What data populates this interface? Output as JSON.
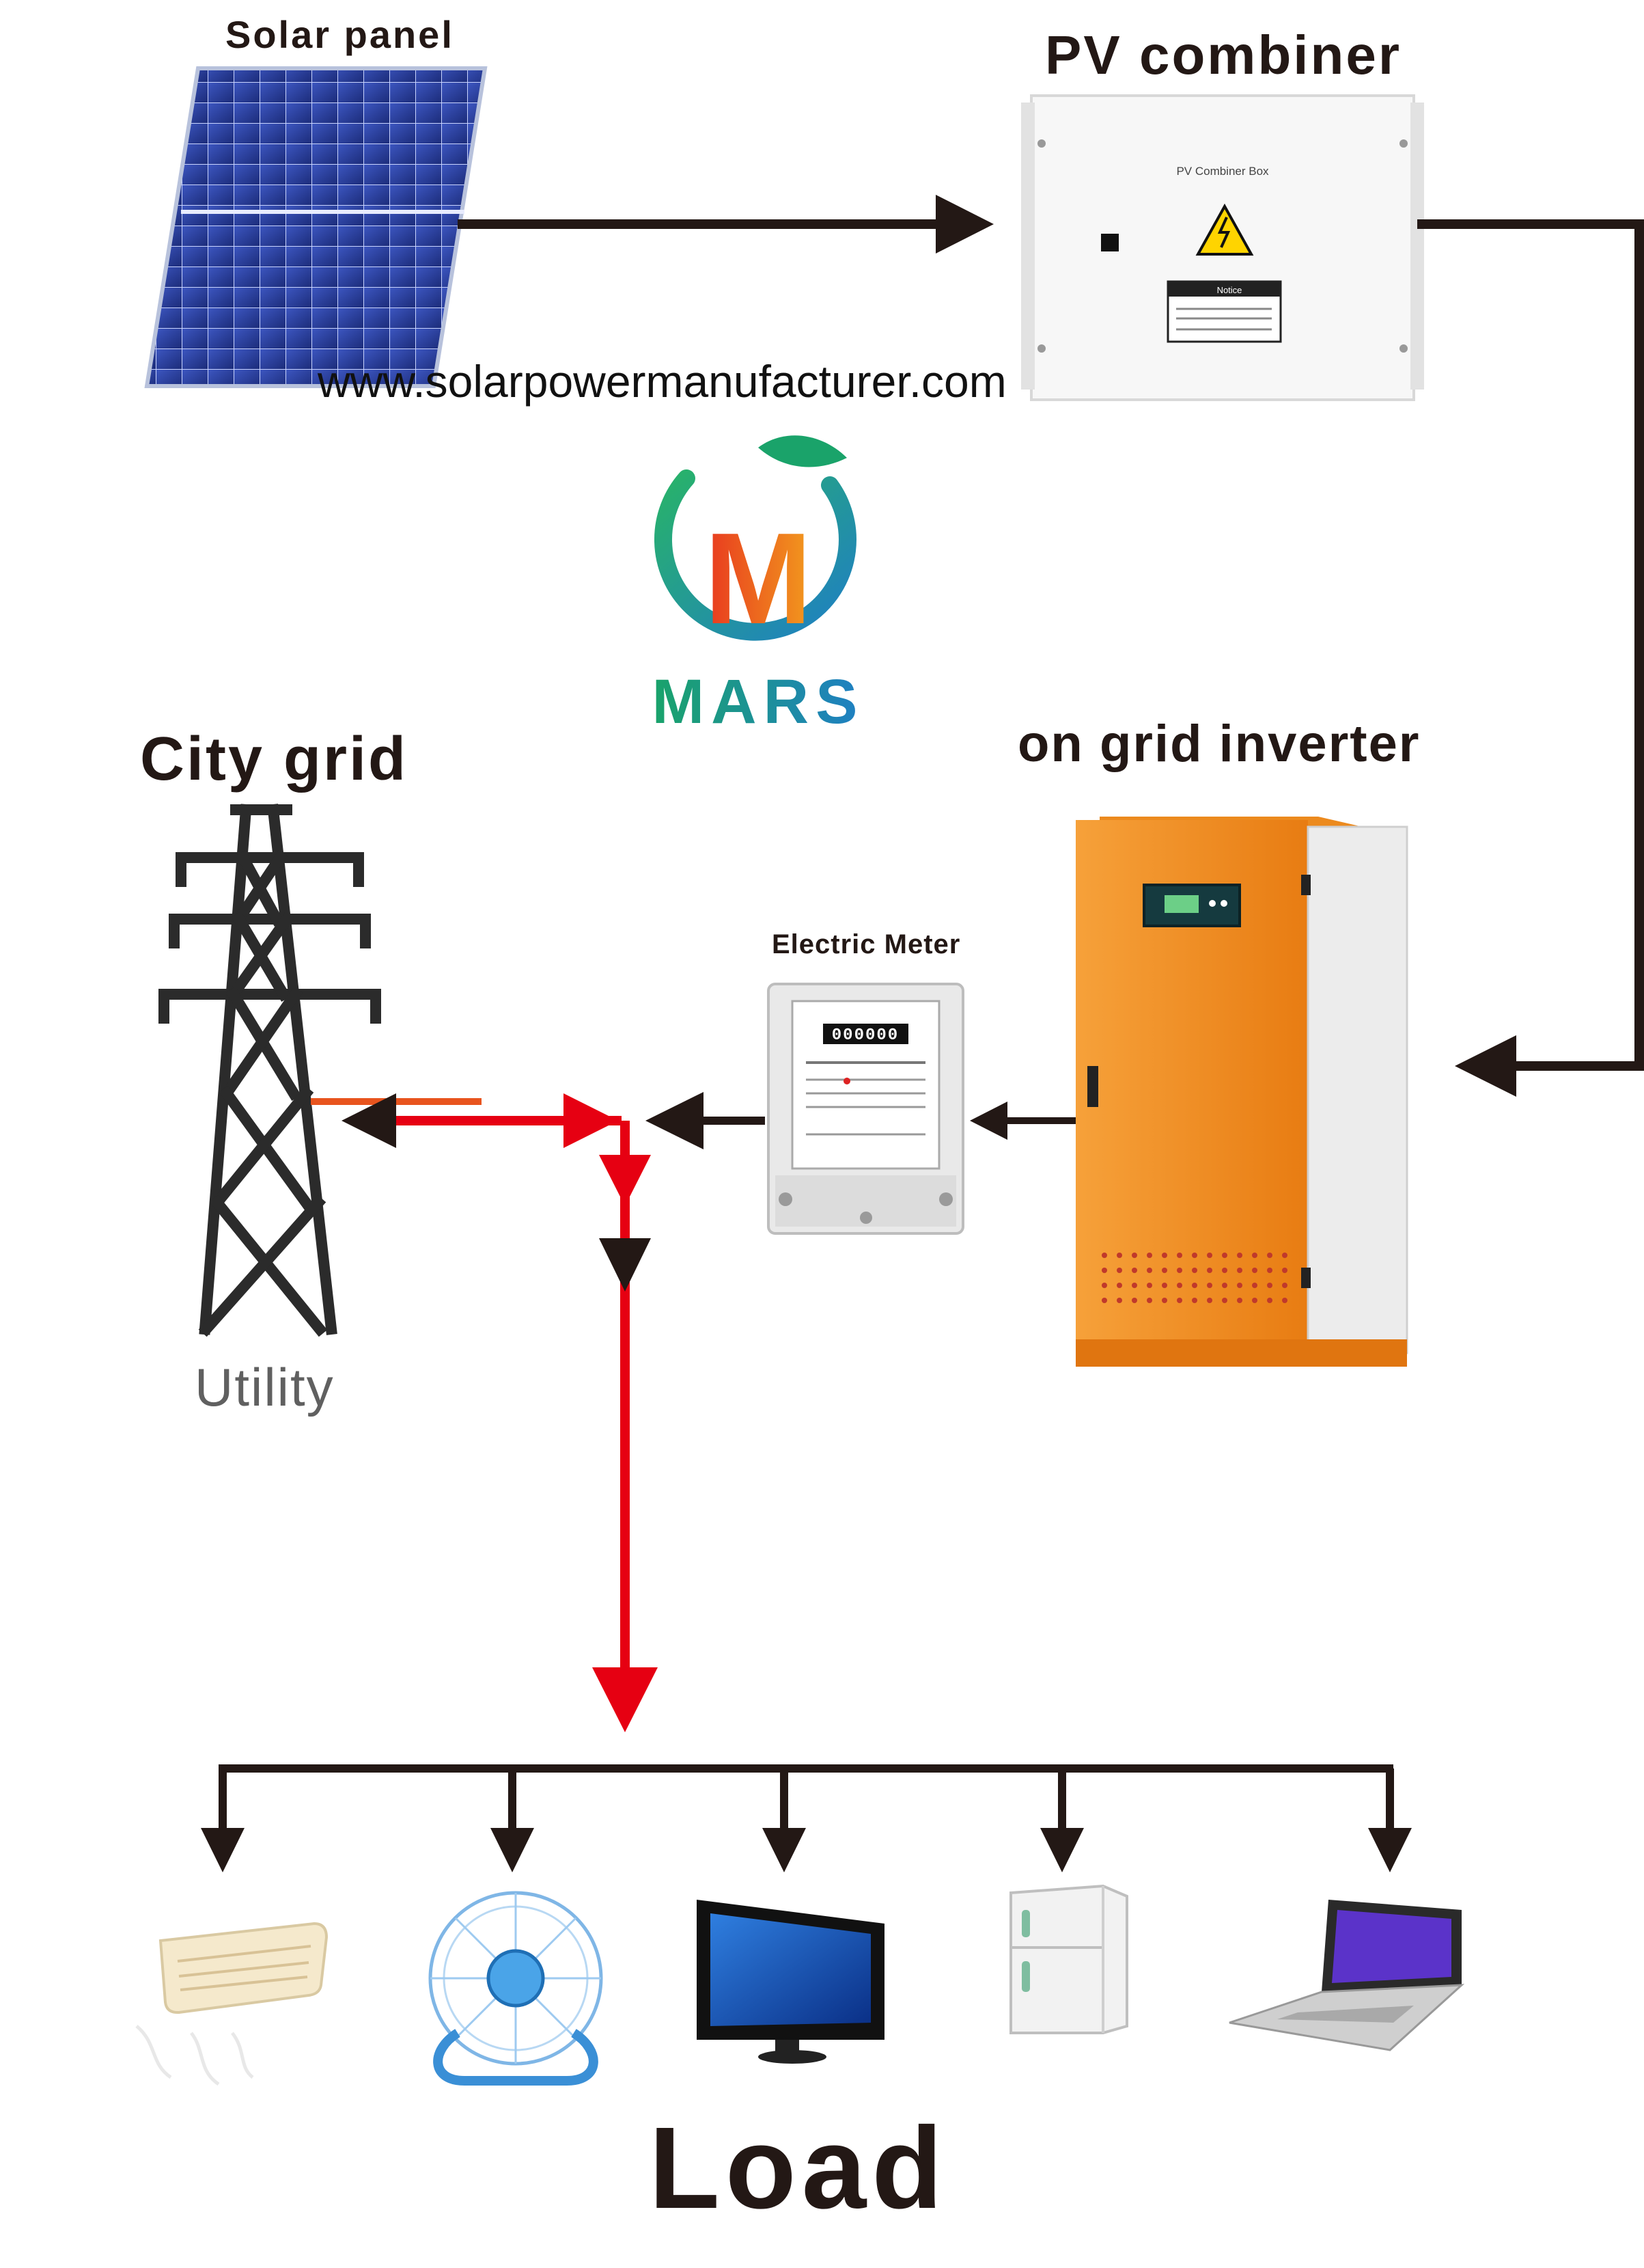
{
  "labels": {
    "solar_panel": "Solar panel",
    "pv_combiner": "PV combiner",
    "website": "www.solarpowermanufacturer.com",
    "city_grid": "City grid",
    "on_grid_inverter": "on grid inverter",
    "electric_meter": "Electric Meter",
    "utility": "Utility",
    "load": "Load"
  },
  "combiner_box": {
    "box_title": "PV Combiner Box",
    "notice_title": "Notice"
  },
  "meter_display": {
    "reading": "000000"
  },
  "logo": {
    "brand": "MARS",
    "letter": "M"
  },
  "load_devices": [
    "air-conditioner",
    "fan",
    "television",
    "refrigerator",
    "laptop"
  ],
  "colors": {
    "flow_black": "#231815",
    "flow_red": "#e60012",
    "feed_orange": "#e8541e",
    "inverter_orange": "#f08b1c",
    "panel_blue": "#2a3f9c",
    "logo_green": "#1aa36a",
    "logo_blue": "#1f7fc4",
    "logo_red": "#e8381f"
  }
}
